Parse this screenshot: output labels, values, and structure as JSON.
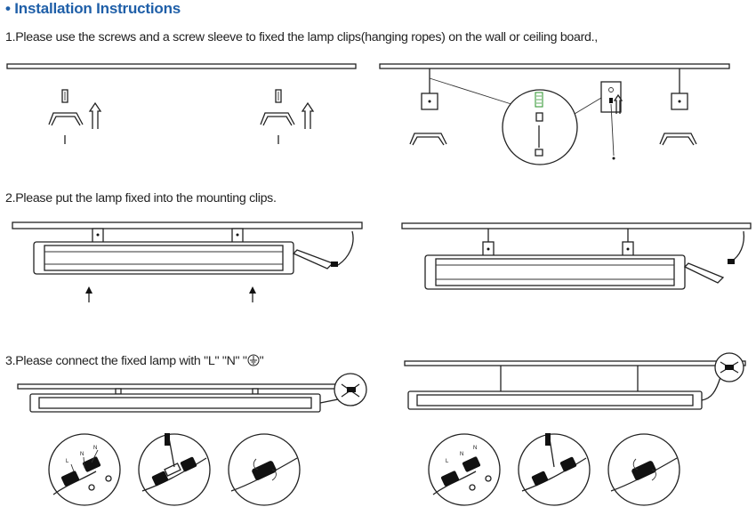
{
  "header": {
    "title": "• Installation Instructions"
  },
  "steps": [
    {
      "text": "1.Please use the screws and a screw sleeve to fixed the lamp clips(hanging ropes) on the wall or ceiling board.,"
    },
    {
      "text": "2.Please put the lamp fixed into the mounting clips."
    },
    {
      "text": "3.Please connect the fixed lamp with \"L\" \"N\" \"",
      "suffix": "\""
    }
  ],
  "wiring_labels": {
    "n_label": "N",
    "l_label": "L",
    "ground_label": "⏚"
  },
  "icons": [
    "ground-symbol-icon"
  ]
}
